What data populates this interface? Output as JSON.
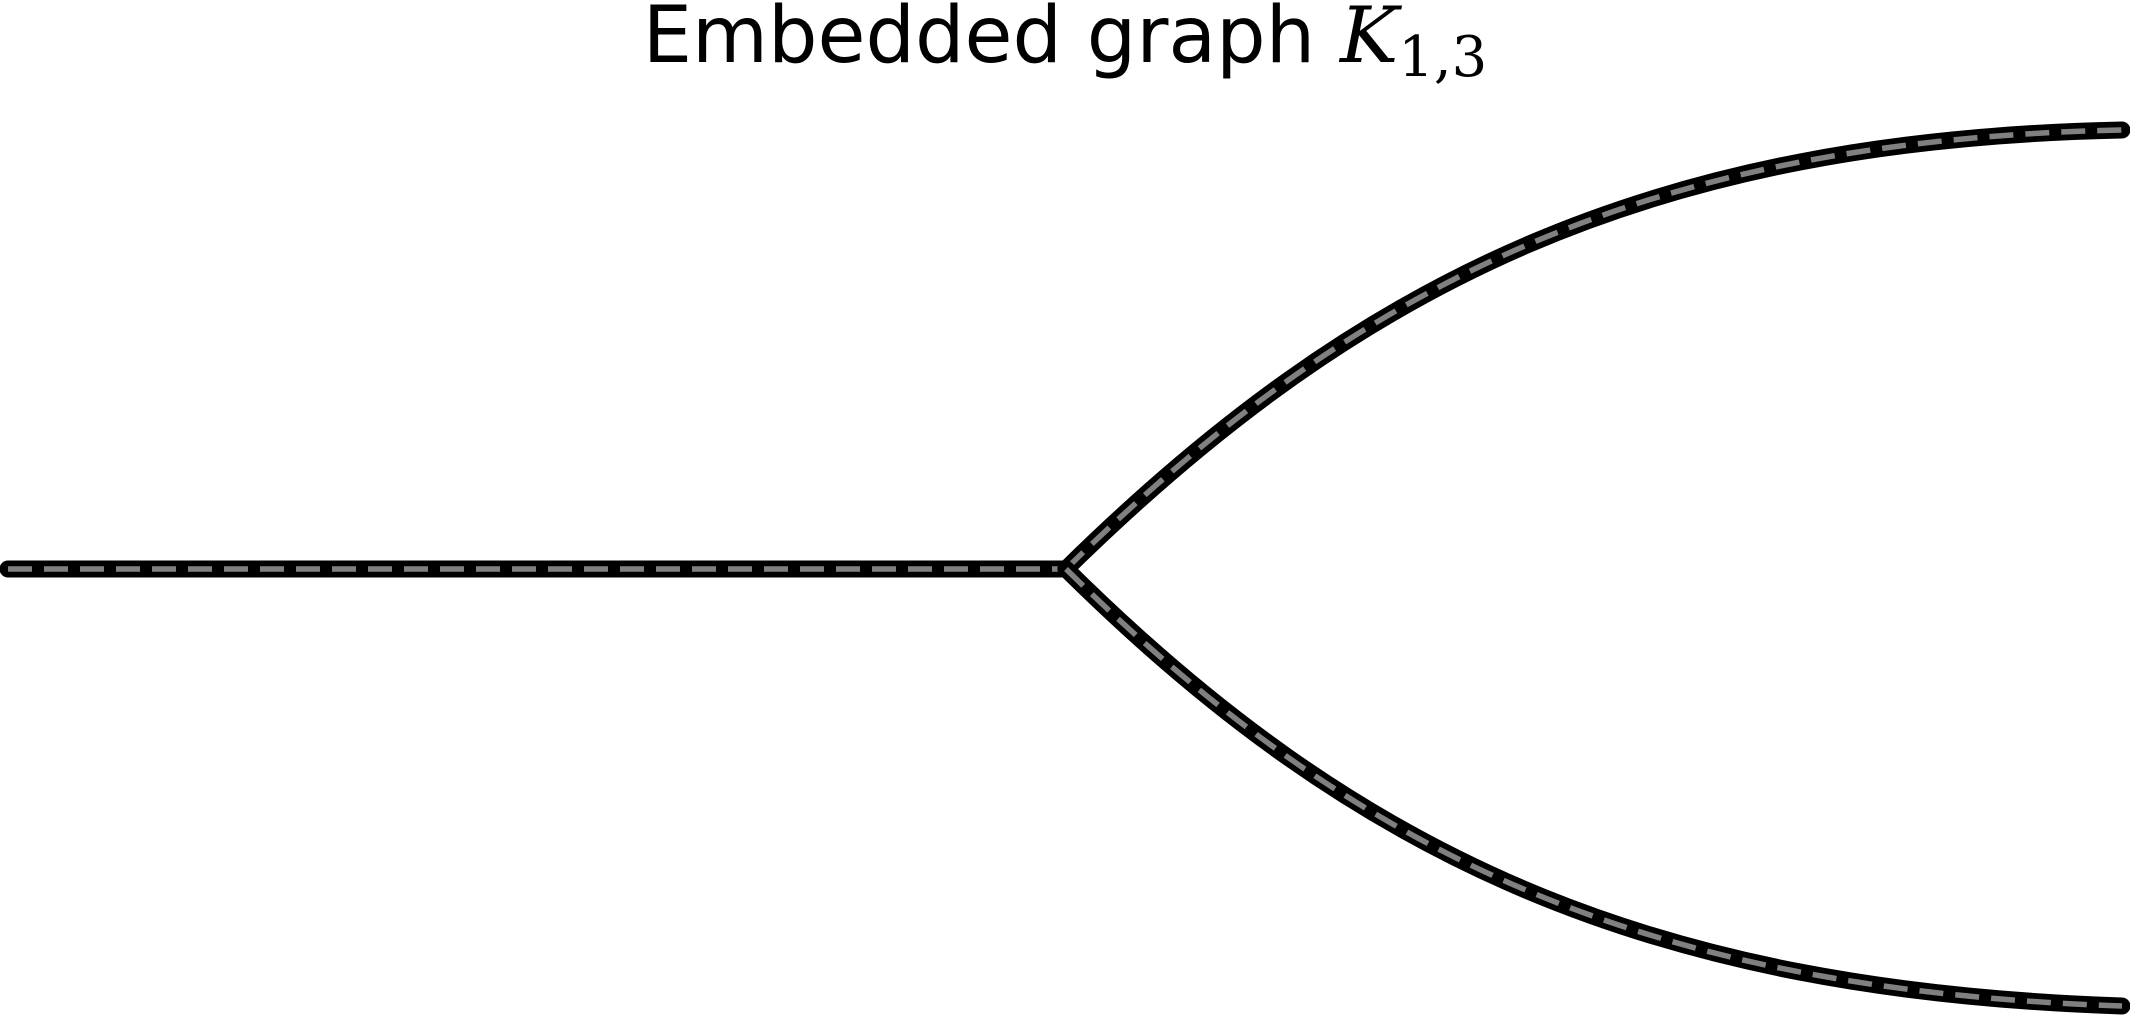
{
  "title": {
    "text": "Embedded graph",
    "math_symbol": "K",
    "math_subscript": "1,3"
  },
  "graph": {
    "type": "K_{1,3}",
    "edge_style": "black outline with gray dashed core",
    "colors": {
      "outline": "#000000",
      "dash": "#808080",
      "background": "#ffffff"
    }
  }
}
